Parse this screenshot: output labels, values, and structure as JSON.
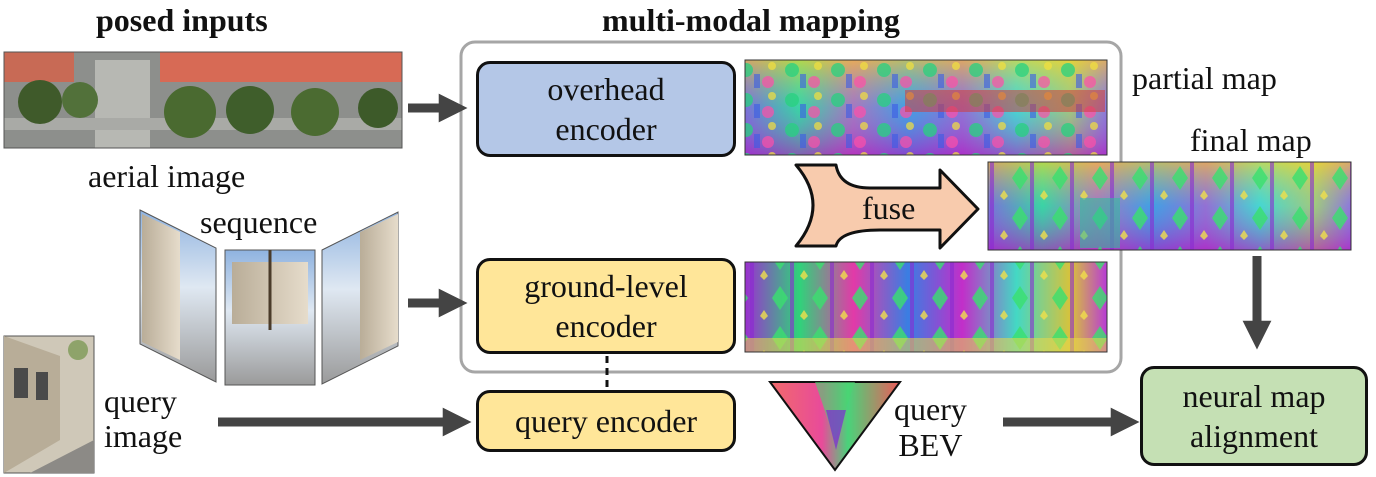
{
  "headings": {
    "posed_inputs": "posed inputs",
    "mapping": "multi-modal mapping"
  },
  "labels": {
    "aerial_image": "aerial image",
    "sequence": "sequence",
    "query_image": "query\nimage",
    "partial_map": "partial map",
    "final_map": "final map",
    "query_bev": "query\nBEV",
    "fuse": "fuse"
  },
  "boxes": {
    "overhead_encoder": "overhead\nencoder",
    "ground_level_encoder": "ground-level\nencoder",
    "query_encoder": "query encoder",
    "neural_map_alignment": "neural map\nalignment"
  },
  "colors": {
    "overhead_fill": "#b4c7e7",
    "ground_fill": "#ffe699",
    "query_fill": "#ffe699",
    "alignment_fill": "#c5e0b4",
    "fuse_fill": "#f8cbad",
    "arrow": "#444444",
    "panel_border": "#a6a6a6"
  }
}
